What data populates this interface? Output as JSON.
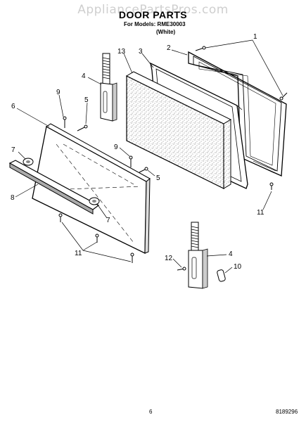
{
  "watermark": "AppliancePartsPros.com",
  "header": {
    "title": "DOOR PARTS",
    "models_line": "For Models: RME30003",
    "color_line": "(White)"
  },
  "footer": {
    "page_number": "6",
    "document_number": "8189296"
  },
  "callouts": [
    "1",
    "2",
    "3",
    "13",
    "4",
    "9",
    "5",
    "6",
    "7",
    "8",
    "9",
    "5",
    "7",
    "11",
    "12",
    "4",
    "10",
    "11"
  ]
}
